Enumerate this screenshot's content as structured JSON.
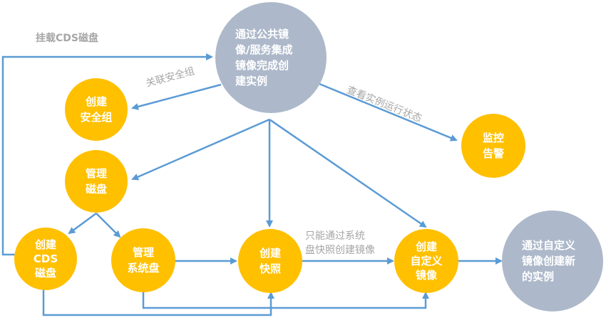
{
  "colors": {
    "process_node": "#FFC000",
    "instance_node": "#ADB9CA",
    "arrow": "#5B9BD5",
    "edge_label": "#A6A6A6",
    "node_text": "#FFFFFF"
  },
  "nodes": {
    "public_image_instance": "通过公共镜\n像/服务集成\n镜像完成创\n建实例",
    "create_security_group": "创建\n安全组",
    "monitor_alert": "监控\n告警",
    "manage_disk": "管理\n磁盘",
    "create_cds_disk": "创建\nCDS\n磁盘",
    "manage_system_disk": "管理\n系统盘",
    "create_snapshot": "创建\n快照",
    "create_custom_image": "创建\n自定义\n镜像",
    "custom_image_instance": "通过自定义\n镜像创建新\n的实例"
  },
  "edge_labels": {
    "attach_cds_disk": "挂载CDS磁盘",
    "associate_security_group": "关联安全组",
    "view_instance_status": "查看实例运行状态",
    "snapshot_only_system_disk": "只能通过系统\n盘快照创建镜像"
  }
}
